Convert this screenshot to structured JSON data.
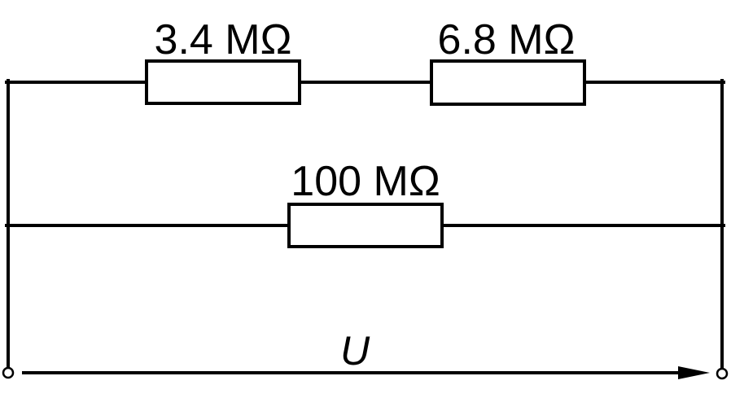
{
  "circuit": {
    "resistors": [
      {
        "label": "3.4 MΩ"
      },
      {
        "label": "6.8 MΩ"
      },
      {
        "label": "100 MΩ"
      }
    ],
    "voltage_label": "U",
    "colors": {
      "line": "#000000",
      "background": "#ffffff"
    }
  }
}
